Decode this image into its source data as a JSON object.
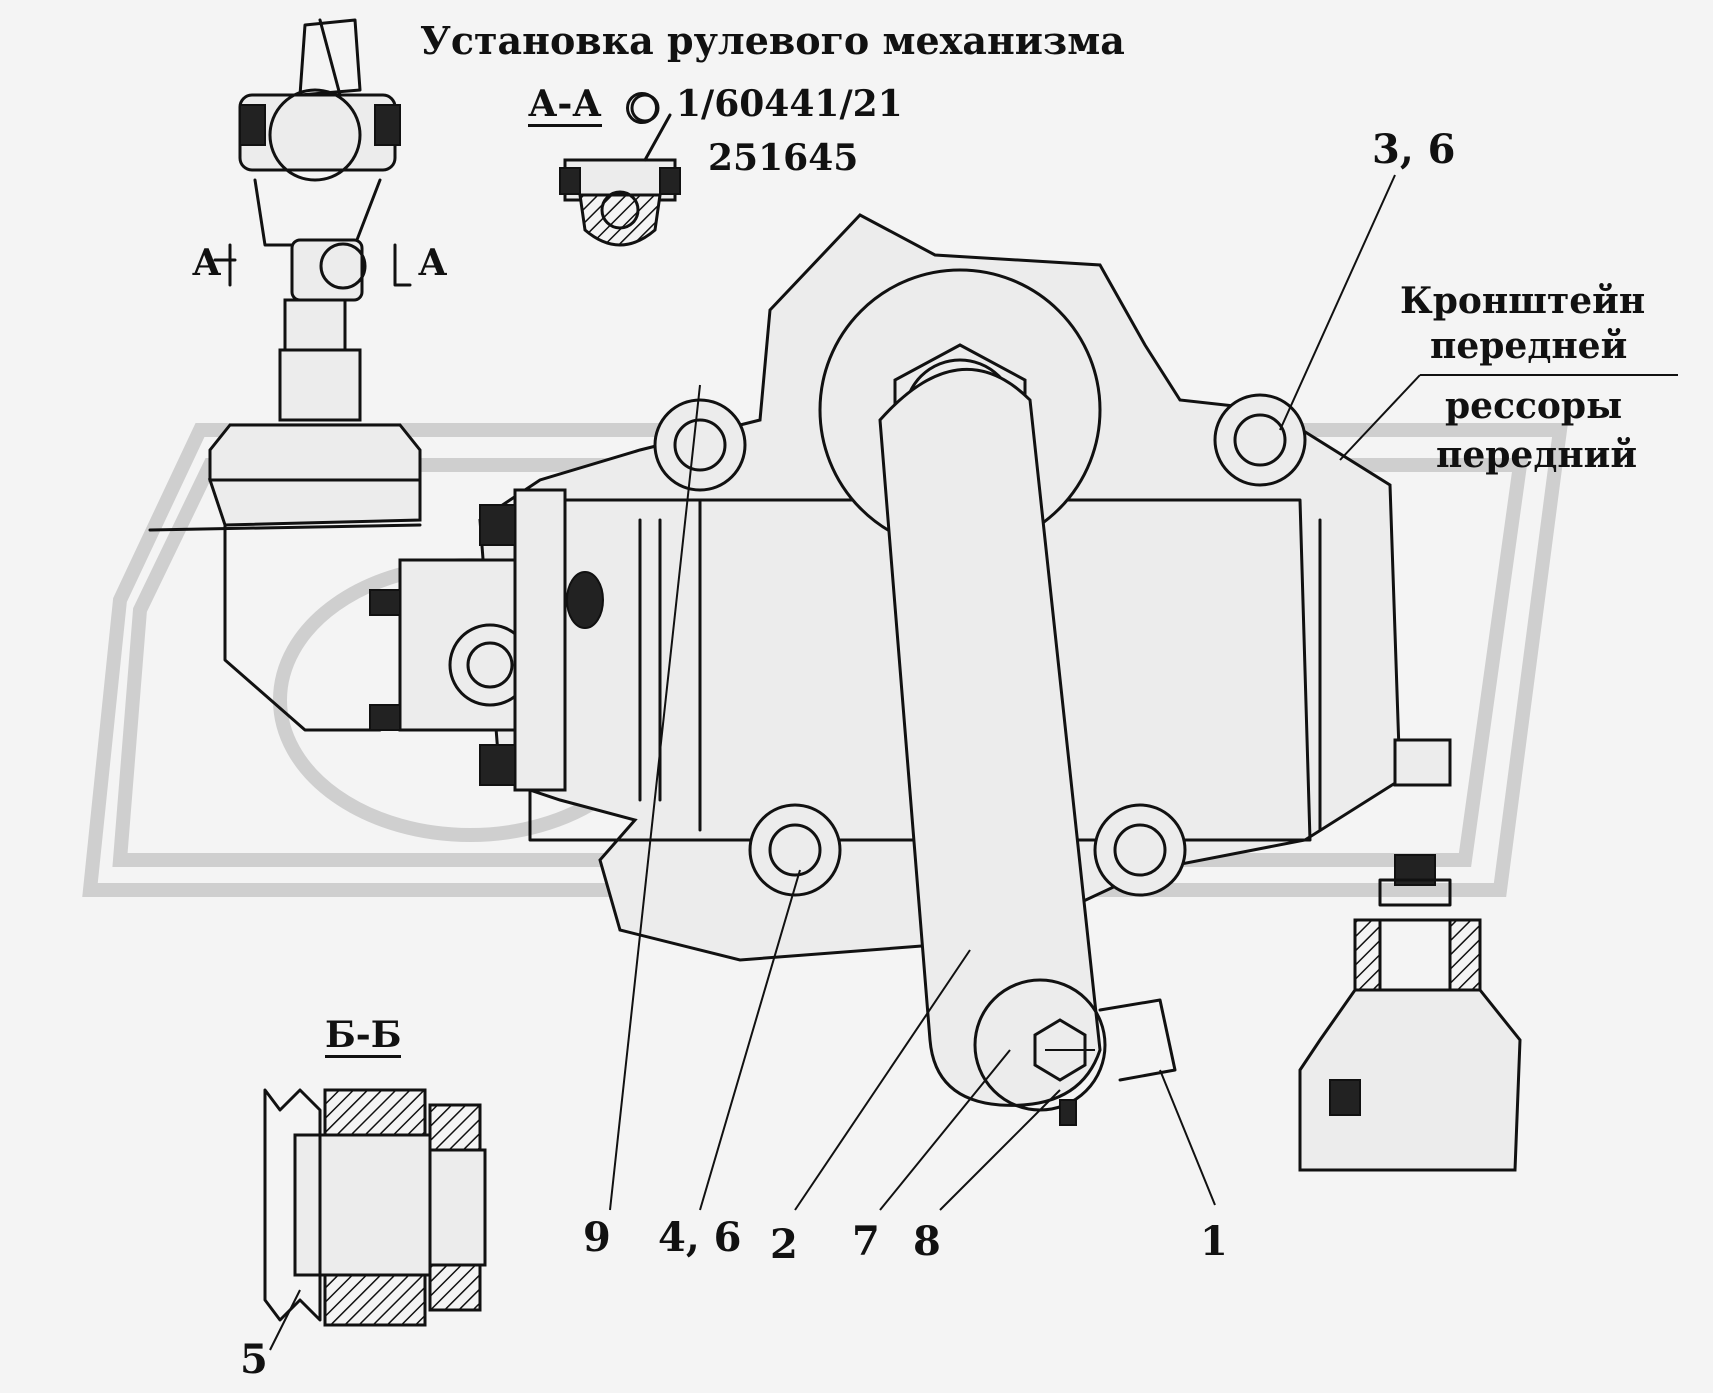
{
  "title": "Установка рулевого механизма",
  "section_aa": {
    "label": "А-А",
    "torque_symbol": "circle",
    "code_1": "1/60441/21",
    "code_2": "251645",
    "cut_left": "А",
    "cut_right": "А"
  },
  "section_bb": {
    "label": "Б-Б"
  },
  "bracket_label": {
    "line1": "Кронштейн",
    "line2": "передней",
    "line3": "рессоры",
    "line4": "передний"
  },
  "callouts": {
    "c36": "3, 6",
    "c9": "9",
    "c46": "4, 6",
    "c2": "2",
    "c7": "7",
    "c8": "8",
    "c1": "1",
    "c5": "5"
  },
  "colors": {
    "ink": "#111111",
    "paper": "#f4f4f4",
    "watermark": "#cfcfcf"
  }
}
